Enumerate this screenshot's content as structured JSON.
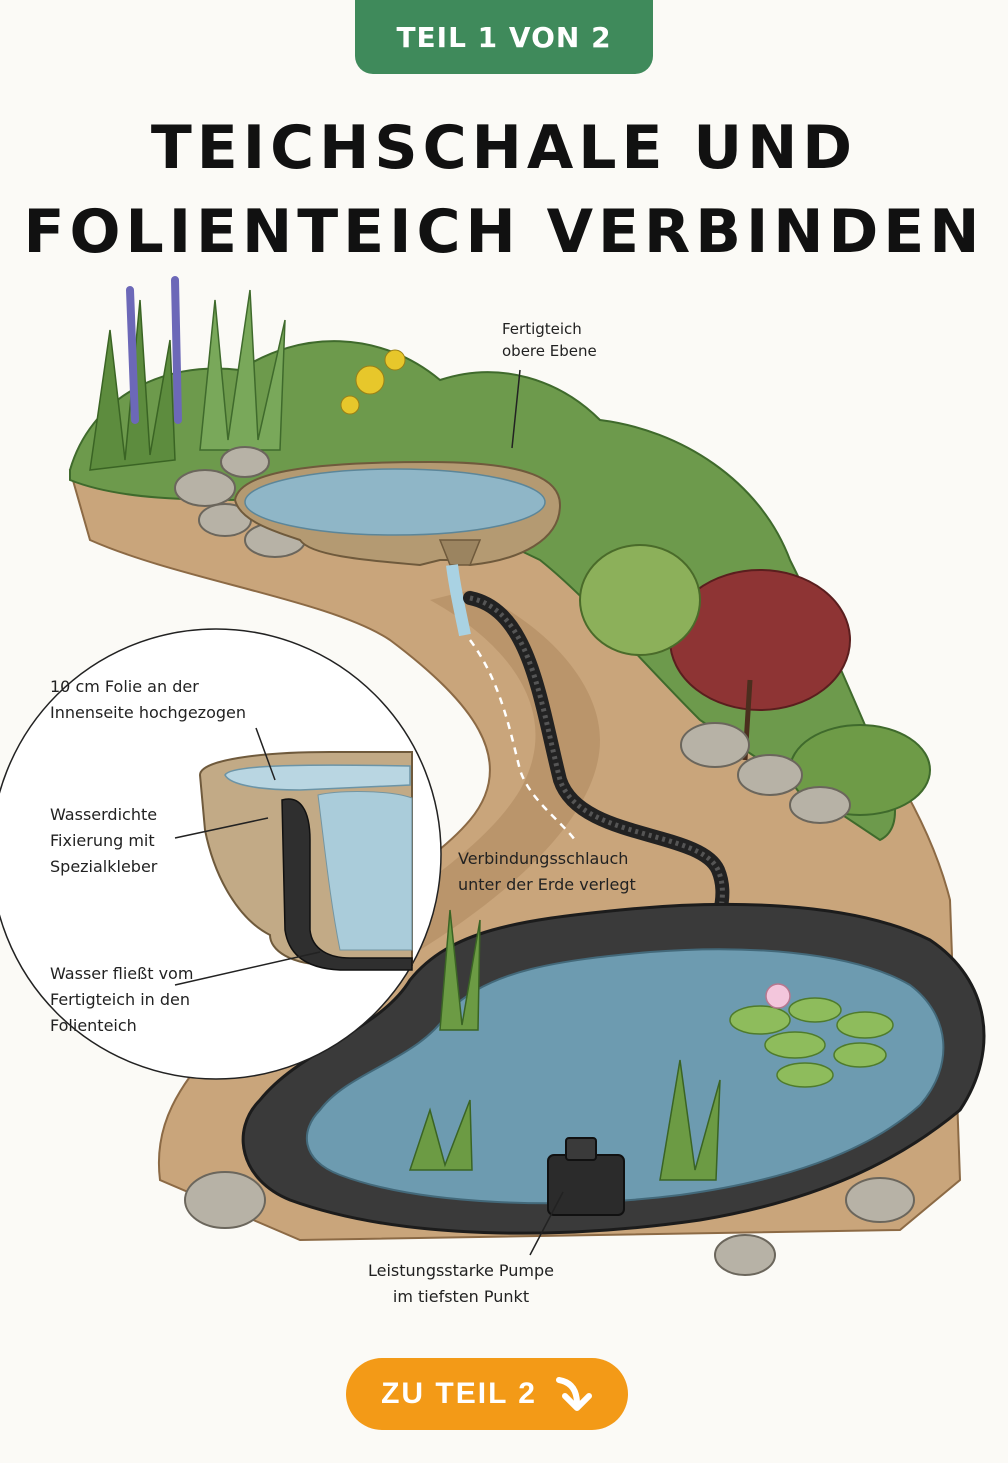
{
  "badge": {
    "label": "TEIL 1 VON 2"
  },
  "title": {
    "line1": "TEICHSCHALE UND",
    "line2": "FOLIENTEICH VERBINDEN"
  },
  "labels": {
    "upper_pond": {
      "line1": "Fertigteich",
      "line2": "obere Ebene"
    },
    "liner_up": {
      "line1": "10 cm Folie an der",
      "line2": "Innenseite hochgezogen"
    },
    "adhesive": {
      "line1": "Wasserdichte",
      "line2": "Fixierung mit",
      "line3": "Spezialkleber"
    },
    "hose": {
      "line1": "Verbindungsschlauch",
      "line2": "unter der Erde verlegt"
    },
    "flow": {
      "line1": "Wasser fließt vom",
      "line2": "Fertigteich in den",
      "line3": "Folienteich"
    },
    "pump": {
      "line1": "Leistungsstarke Pumpe",
      "line2": "im tiefsten Punkt"
    }
  },
  "cta": {
    "label": "ZU TEIL 2",
    "icon": "arrow-down-right-icon"
  },
  "colors": {
    "badge": "#3f8a5b",
    "cta": "#f39a17",
    "title": "#111111"
  }
}
